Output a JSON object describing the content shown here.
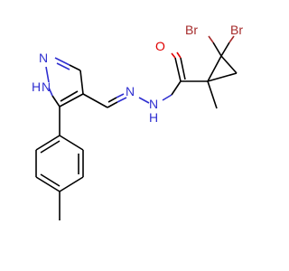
{
  "molecule": {
    "atoms": {
      "n_pyrazole_top": "N",
      "n_pyrazole_nh": "N",
      "h_pyrazole": "H",
      "n_hydrazone_imine": "N",
      "n_hydrazone_amide": "N",
      "h_hydrazone": "H",
      "o_carbonyl": "O",
      "br_left": "Br",
      "br_right": "Br"
    },
    "colors": {
      "carbon_bond": "#000000",
      "nitrogen": "#2f2fd0",
      "oxygen": "#e00000",
      "bromine": "#a52a2a"
    }
  }
}
